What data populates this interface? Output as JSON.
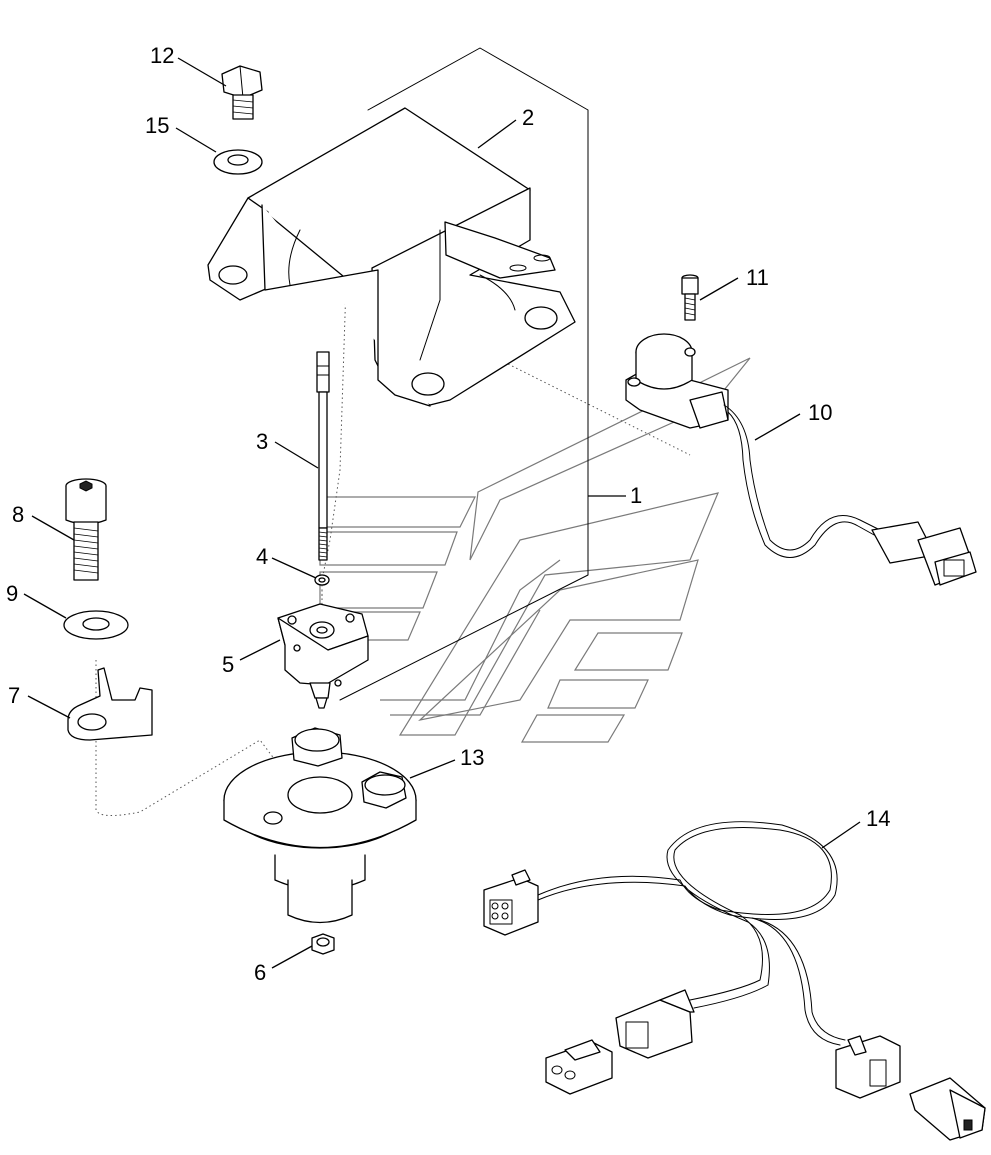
{
  "diagram": {
    "callouts": [
      {
        "id": "c1",
        "label": "1"
      },
      {
        "id": "c2",
        "label": "2"
      },
      {
        "id": "c3",
        "label": "3"
      },
      {
        "id": "c4",
        "label": "4"
      },
      {
        "id": "c5",
        "label": "5"
      },
      {
        "id": "c6",
        "label": "6"
      },
      {
        "id": "c7",
        "label": "7"
      },
      {
        "id": "c8",
        "label": "8"
      },
      {
        "id": "c9",
        "label": "9"
      },
      {
        "id": "c10",
        "label": "10"
      },
      {
        "id": "c11",
        "label": "11"
      },
      {
        "id": "c12",
        "label": "12"
      },
      {
        "id": "c13",
        "label": "13"
      },
      {
        "id": "c14",
        "label": "14"
      },
      {
        "id": "c15",
        "label": "15"
      }
    ],
    "colors": {
      "line": "#000000",
      "background": "#ffffff",
      "watermark": "#7a7a7a"
    }
  }
}
